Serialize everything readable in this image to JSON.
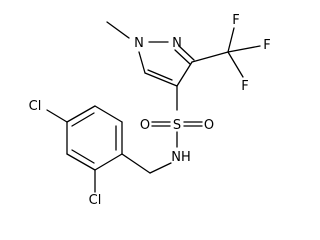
{
  "molecule": {
    "atoms": {
      "n_methyl": "N",
      "n_ring": "N",
      "f_top": "F",
      "f_right": "F",
      "f_lower": "F",
      "o_left": "O",
      "s": "S",
      "o_right": "O",
      "nh": "NH",
      "cl_top": "Cl",
      "cl_bottom": "Cl"
    }
  }
}
